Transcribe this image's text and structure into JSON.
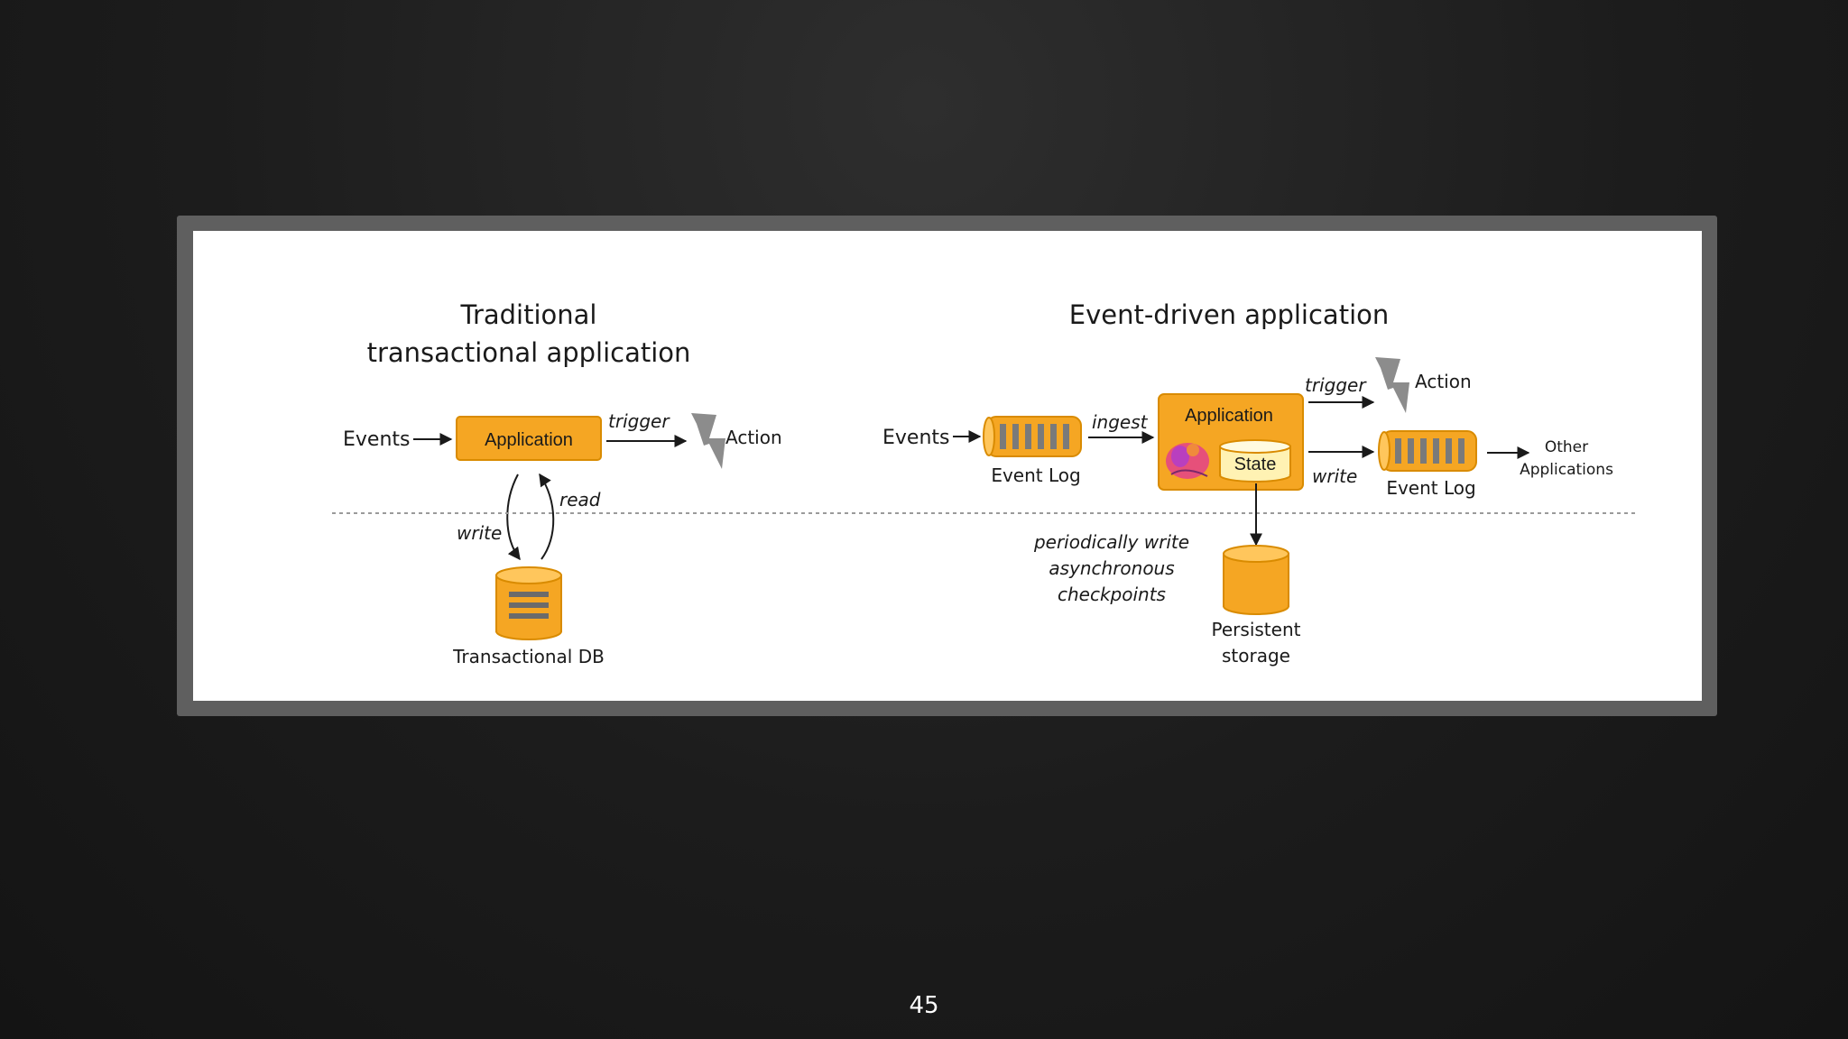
{
  "traditional": {
    "title_line1": "Traditional",
    "title_line2": "transactional application",
    "events": "Events",
    "application": "Application",
    "trigger": "trigger",
    "action": "Action",
    "read": "read",
    "write": "write",
    "db": "Transactional DB"
  },
  "event_driven": {
    "title": "Event-driven application",
    "events": "Events",
    "event_log_in": "Event Log",
    "ingest": "ingest",
    "application": "Application",
    "state": "State",
    "trigger": "trigger",
    "action": "Action",
    "write": "write",
    "event_log_out": "Event Log",
    "other_line1": "Other",
    "other_line2": "Applications",
    "checkpoint_line1": "periodically write",
    "checkpoint_line2": "asynchronous",
    "checkpoint_line3": "checkpoints",
    "storage_line1": "Persistent",
    "storage_line2": "storage"
  },
  "page_number": "45",
  "colors": {
    "accent_orange": "#f5a623",
    "accent_border": "#d98b00",
    "state_yellow": "#fff2b3",
    "lightning_gray": "#8c8c8c",
    "frame_gray": "#5f5f5f"
  }
}
